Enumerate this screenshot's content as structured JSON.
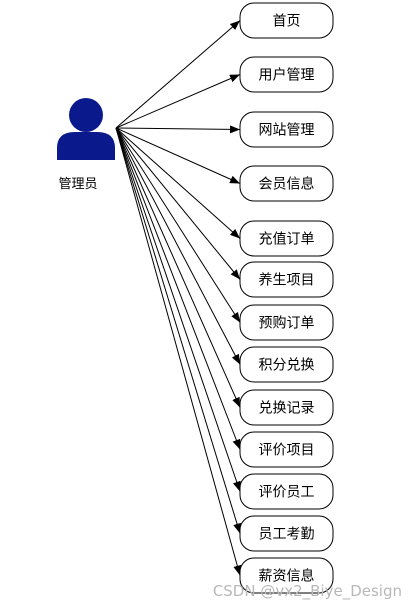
{
  "actor": {
    "label": "管理员",
    "icon": "user-icon",
    "color": "#0a1a8c"
  },
  "nodes": [
    {
      "label": "首页"
    },
    {
      "label": "用户管理"
    },
    {
      "label": "网站管理"
    },
    {
      "label": "会员信息"
    },
    {
      "label": "充值订单"
    },
    {
      "label": "养生项目"
    },
    {
      "label": "预购订单"
    },
    {
      "label": "积分兑换"
    },
    {
      "label": "兑换记录"
    },
    {
      "label": "评价项目"
    },
    {
      "label": "评价员工"
    },
    {
      "label": "员工考勤"
    },
    {
      "label": "薪资信息"
    }
  ],
  "watermark": "CSDN @vx2_Biye_Design"
}
